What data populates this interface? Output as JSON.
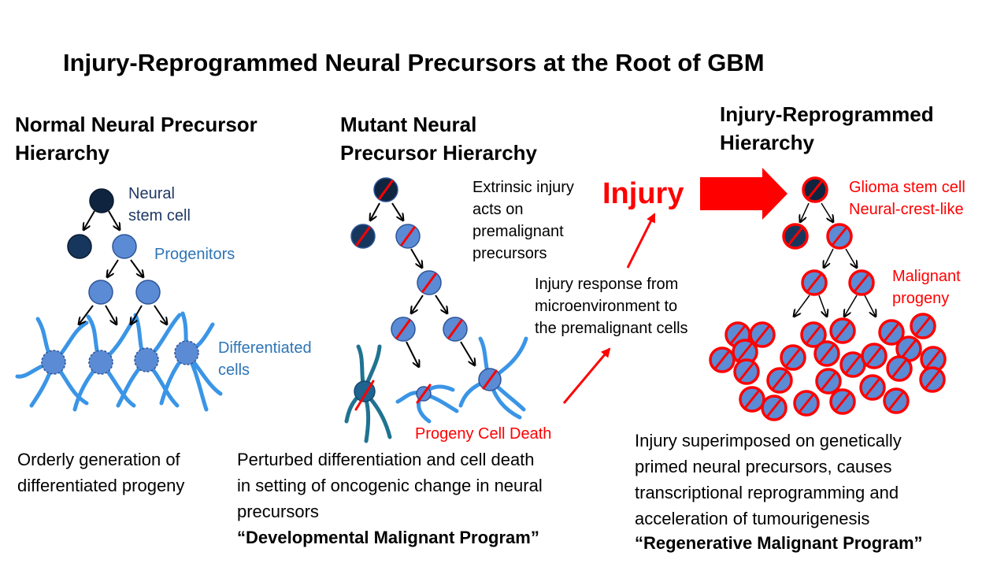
{
  "title": "Injury-Reprogrammed Neural Precursors at the Root of GBM",
  "panels": {
    "normal": {
      "heading_line1": "Normal Neural Precursor",
      "heading_line2": "Hierarchy",
      "label_stem_line1": "Neural",
      "label_stem_line2": "stem cell",
      "label_progenitors": "Progenitors",
      "label_diff_line1": "Differentiated",
      "label_diff_line2": "cells",
      "caption_line1": "Orderly generation of",
      "caption_line2": "differentiated progeny"
    },
    "mutant": {
      "heading_line1": "Mutant Neural",
      "heading_line2": "Precursor Hierarchy",
      "label_extrinsic_line1": "Extrinsic injury",
      "label_extrinsic_line2": "acts on",
      "label_extrinsic_line3": "premalignant",
      "label_extrinsic_line4": "precursors",
      "label_response_line1": "Injury response from",
      "label_response_line2": "microenvironment to",
      "label_response_line3": "the premalignant cells",
      "label_death": "Progeny Cell Death",
      "caption_line1": "Perturbed differentiation and cell death",
      "caption_line2": "in setting of oncogenic change in neural",
      "caption_line3": "precursors",
      "program": "“Developmental Malignant Program”"
    },
    "injury": {
      "injury_word": "Injury",
      "heading_line1": "Injury-Reprogrammed",
      "heading_line2": "Hierarchy",
      "label_glioma": "Glioma stem cell",
      "label_crest": "Neural-crest-like",
      "label_malignant_line1": "Malignant",
      "label_malignant_line2": "progeny",
      "caption_line1": "Injury superimposed on genetically",
      "caption_line2": "primed neural precursors, causes",
      "caption_line3": "transcriptional reprogramming and",
      "caption_line4": "acceleration of tumourigenesis",
      "program": "“Regenerative Malignant Program”"
    }
  },
  "colors": {
    "stem_dark": "#0f243e",
    "progenitor_blue": "#5b8bd5",
    "process_blue": "#3b95e6",
    "accent_red": "#ff0000",
    "navy_text": "#1f3864",
    "blue_text": "#2e75b6"
  }
}
